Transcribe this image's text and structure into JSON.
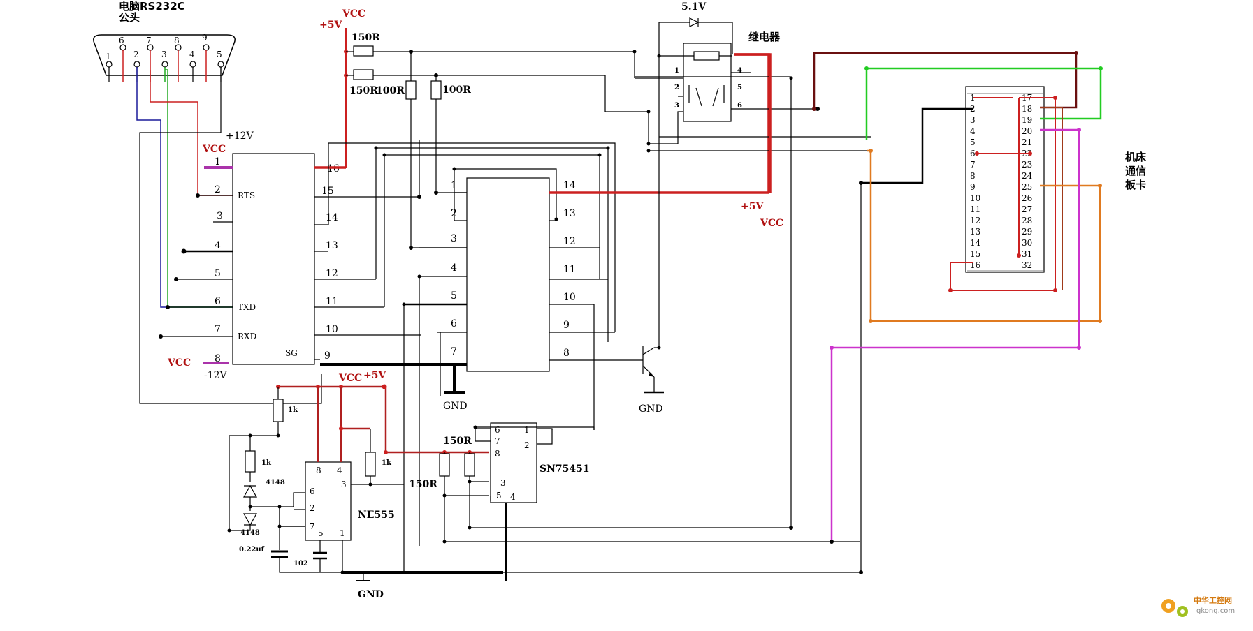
{
  "db9": {
    "title": "电脑RS232C",
    "subtitle": "公头",
    "top_pins": [
      "6",
      "7",
      "8",
      "9"
    ],
    "bottom_pins": [
      "1",
      "2",
      "3",
      "4",
      "5"
    ]
  },
  "supply_labels": {
    "p12v": "+12V",
    "n12v": "-12V",
    "vcc": "VCC",
    "p5v": "+5V",
    "gnd": "GND"
  },
  "rs232_chip": {
    "left_pins": [
      "1",
      "2",
      "3",
      "4",
      "5",
      "6",
      "7",
      "8"
    ],
    "right_pins": [
      "16",
      "15",
      "14",
      "13",
      "12",
      "11",
      "10",
      "9"
    ],
    "signals": {
      "rts": "RTS",
      "txd": "TXD",
      "rxd": "RXD",
      "sg": "SG"
    }
  },
  "chip2": {
    "left_pins": [
      "1",
      "2",
      "3",
      "4",
      "5",
      "6",
      "7"
    ],
    "right_pins": [
      "14",
      "13",
      "12",
      "11",
      "10",
      "9",
      "8"
    ]
  },
  "resistors": {
    "r150_top": "150R",
    "r150_mid": "150R",
    "r100_a": "100R",
    "r100_b": "100R",
    "r150_sn": "150R",
    "r150_555": "150R",
    "r1k_a": "1k",
    "r1k_b": "1k",
    "r1k_c": "1k"
  },
  "relay": {
    "label": "继电器",
    "zener": "5.1V",
    "pins": [
      "1",
      "2",
      "3",
      "4",
      "5",
      "6"
    ]
  },
  "ne555": {
    "name": "NE555",
    "top_pins": [
      "8",
      "4"
    ],
    "left_pins": [
      "6",
      "2",
      "7"
    ],
    "right_pin": "3",
    "bottom_pins": [
      "5",
      "1"
    ]
  },
  "sn75451": {
    "name": "SN75451",
    "pins": [
      "6",
      "7",
      "8",
      "1",
      "2",
      "3",
      "5",
      "4"
    ]
  },
  "diodes": {
    "d1": "4148",
    "d2": "4148"
  },
  "caps": {
    "c1": "0.22uf",
    "c2": "102"
  },
  "connector": {
    "left_pins": [
      "1",
      "2",
      "3",
      "4",
      "5",
      "6",
      "7",
      "8",
      "9",
      "10",
      "11",
      "12",
      "13",
      "14",
      "15",
      "16"
    ],
    "right_pins": [
      "17",
      "18",
      "19",
      "20",
      "21",
      "22",
      "23",
      "24",
      "25",
      "26",
      "27",
      "28",
      "29",
      "30",
      "31",
      "32"
    ]
  },
  "card_label": [
    "机床",
    "通信",
    "板卡"
  ],
  "watermark": {
    "brand": "中华工控网",
    "url": "gkong.com"
  },
  "colors": {
    "red": "#cc2020",
    "dark_red": "#6a1010",
    "green": "#22cc22",
    "orange": "#e07a20",
    "magenta": "#cc33cc",
    "blue": "#1a1a9a",
    "purple": "#9933aa"
  }
}
